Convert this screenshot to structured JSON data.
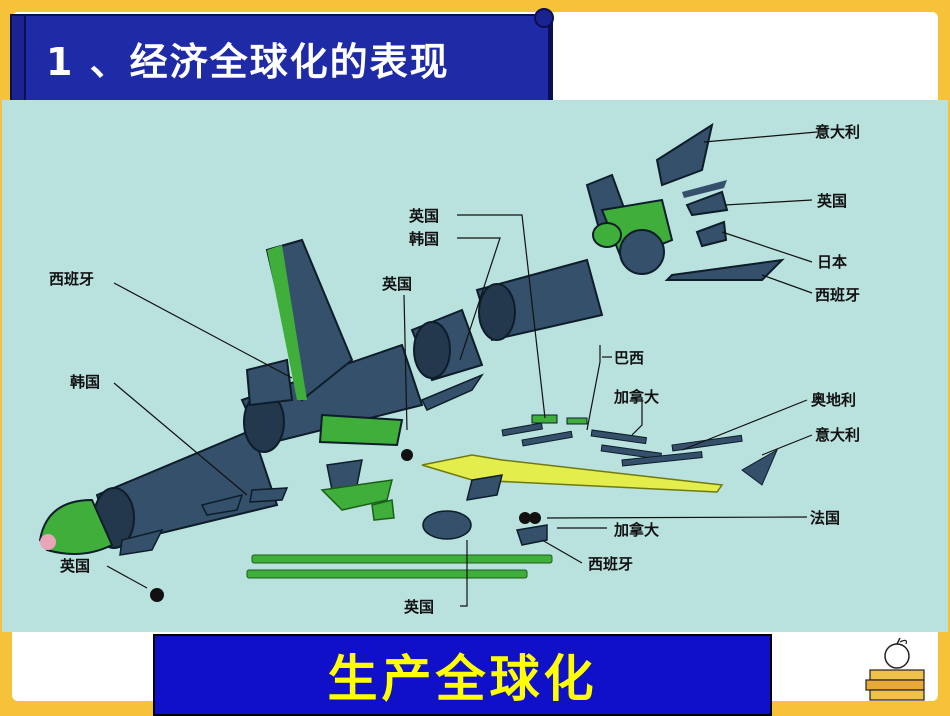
{
  "title": "1 、经济全球化的表现",
  "bottom_label": "生产全球化",
  "diagram": {
    "labels": {
      "italy_top": "意大利",
      "uk_tail": "英国",
      "japan": "日本",
      "spain_tail": "西班牙",
      "uk_mid": "英国",
      "korea_mid": "韩国",
      "spain_left": "西班牙",
      "uk_gear": "英国",
      "brazil": "巴西",
      "canada_top": "加拿大",
      "austria": "奥地利",
      "italy_right": "意大利",
      "korea_left": "韩国",
      "france": "法国",
      "canada_bottom": "加拿大",
      "spain_bottom": "西班牙",
      "uk_nose": "英国",
      "uk_engine": "英国"
    }
  },
  "colors": {
    "background": "#f6c23a",
    "title_banner": "#1f2aa6",
    "bottom_banner": "#1010c8",
    "bottom_text": "#ffff00",
    "diagram_bg": "#b9e2de",
    "fuselage": "#35506a",
    "green_part": "#3fae3a",
    "yellow_wing": "#e3ee4d"
  },
  "icons": [
    "apple-books-icon"
  ]
}
